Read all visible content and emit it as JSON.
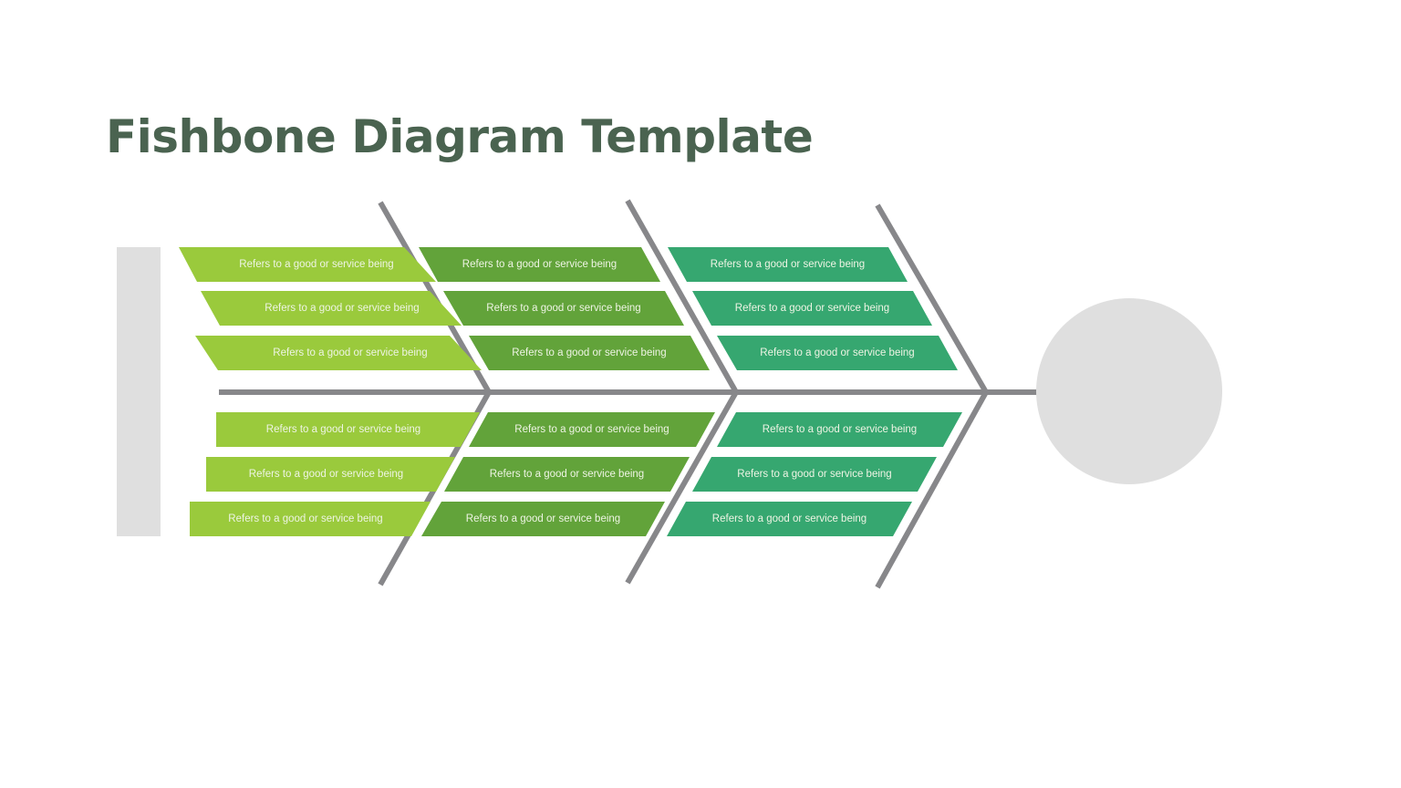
{
  "title": "Fishbone Diagram Template",
  "colors": {
    "title": "#4a6350",
    "column_1": "#9aca3c",
    "column_2": "#62a33a",
    "column_3": "#36a770",
    "bones": "#87878a",
    "tail_and_head": "#dfdfdf"
  },
  "head": {
    "label": ""
  },
  "causes": {
    "top": [
      {
        "column": 1,
        "items": [
          "Refers to a good or service being",
          "Refers to a good or service being",
          "Refers to a good or service being"
        ]
      },
      {
        "column": 2,
        "items": [
          "Refers to a good or service being",
          "Refers to a good or service being",
          "Refers to a good or service being"
        ]
      },
      {
        "column": 3,
        "items": [
          "Refers to a good or service being",
          "Refers to a good or service being",
          "Refers to a good or service being"
        ]
      }
    ],
    "bottom": [
      {
        "column": 1,
        "items": [
          "Refers to a good or service being",
          "Refers to a good or service being",
          "Refers to a good or service being"
        ]
      },
      {
        "column": 2,
        "items": [
          "Refers to a good or service being",
          "Refers to a good or service being",
          "Refers to a good or service being"
        ]
      },
      {
        "column": 3,
        "items": [
          "Refers to a good or service being",
          "Refers to a good or service being",
          "Refers to a good or service being"
        ]
      }
    ]
  }
}
